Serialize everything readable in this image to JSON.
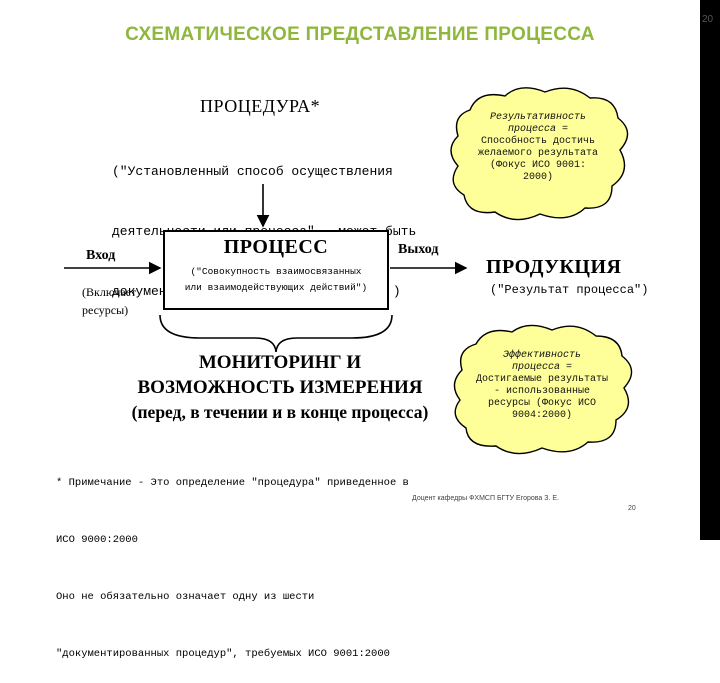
{
  "title": "СХЕМАТИЧЕСКОЕ ПРЕДСТАВЛЕНИЕ ПРОЦЕССА",
  "corner_number": "20",
  "procedure": {
    "heading": "ПРОЦЕДУРА*",
    "lines": [
      "(\"Установленный способ осуществления",
      "деятельности или процесса\" - может быть",
      "документирован или недокументирован )"
    ]
  },
  "cloud_top": {
    "lines": [
      "Результативность",
      "процесса =",
      "Способность достичь",
      "желаемого результата",
      "(Фокус  ИСО 9001:",
      "2000)"
    ]
  },
  "input": {
    "label": "Вход",
    "note_lines": [
      "(Включает",
      "ресурсы)"
    ]
  },
  "process": {
    "heading": "ПРОЦЕСС",
    "lines": [
      "(\"Совокупность взаимосвязанных",
      "или взаимодействующих действий\")"
    ]
  },
  "output": {
    "label": "Выход",
    "product": "ПРОДУКЦИЯ",
    "product_note": "(\"Результат процесса\")"
  },
  "monitoring": {
    "lines": [
      "МОНИТОРИНГ И",
      "ВОЗМОЖНОСТЬ ИЗМЕРЕНИЯ",
      "(перед, в течении и в конце процесса)"
    ]
  },
  "cloud_bottom": {
    "lines": [
      "Эффективность",
      "процесса =",
      "Достигаемые результаты",
      "- использованные",
      "ресурсы (Фокус  ИСО",
      "9004:2000)"
    ]
  },
  "note": {
    "lines": [
      "* Примечание - Это определение \"процедура\" приведенное в",
      "ИСО 9000:2000",
      "Оно не обязательно означает одну из шести",
      "\"документированных процедур\", требуемых ИСО 9001:2000"
    ]
  },
  "footer": {
    "author": "Доцент кафедры ФХМСП БГТУ Егорова З. Е.",
    "page": "20"
  }
}
